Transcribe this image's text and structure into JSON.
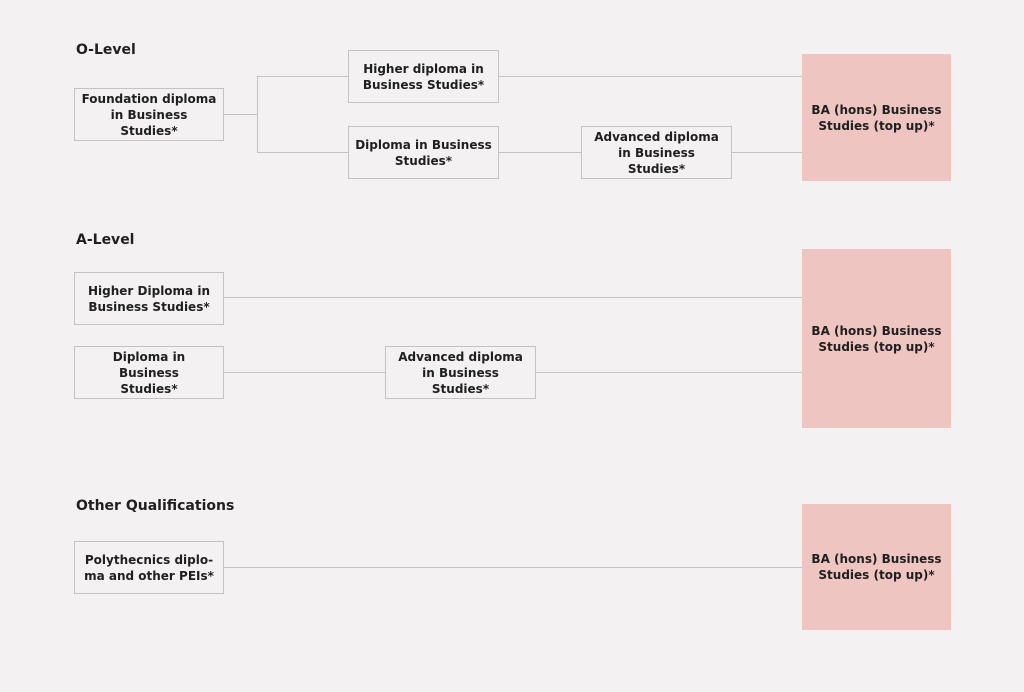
{
  "sections": {
    "olevel": {
      "title": "O-Level",
      "foundation": "Foundation diploma\nin Business Studies*",
      "higher": "Higher diploma in\nBusiness Studies*",
      "diploma": "Diploma in Business\nStudies*",
      "advanced": "Advanced diploma\nin Business Studies*",
      "target": "BA (hons) Business\nStudies (top up)*"
    },
    "alevel": {
      "title": "A-Level",
      "higher": "Higher Diploma in\nBusiness Studies*",
      "diploma": "Diploma in Business\nStudies*",
      "advanced": "Advanced diploma\nin Business Studies*",
      "target": "BA (hons) Business\nStudies (top up)*"
    },
    "other": {
      "title": "Other Qualifications",
      "poly": "Polythecnics diplo-\nma and other PEIs*",
      "target": "BA (hons) Business\nStudies (top up)*"
    }
  },
  "colors": {
    "background": "#f3f1f1",
    "box_border": "#c4c3c4",
    "target_fill": "#efc5c2",
    "connector": "#c4c3c4"
  }
}
